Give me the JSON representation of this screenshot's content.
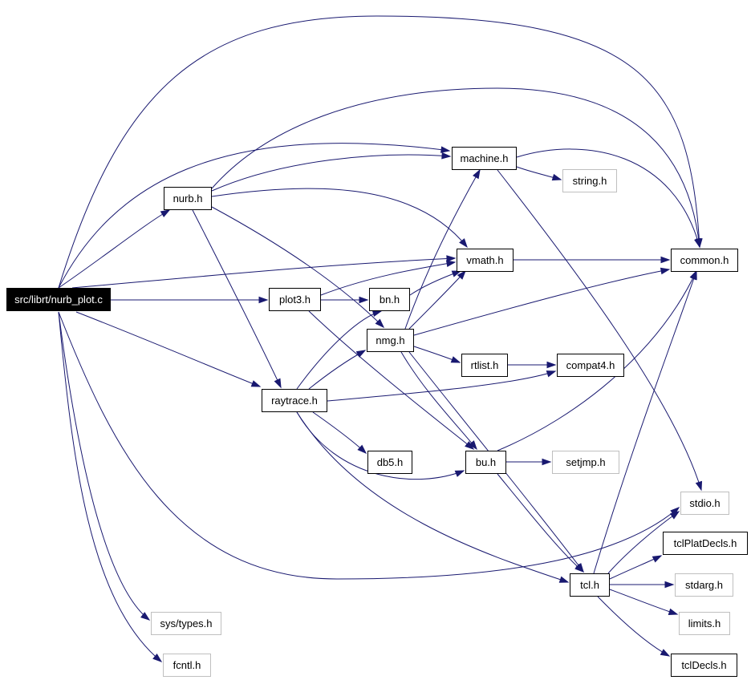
{
  "graph": {
    "edge_color": "#191970",
    "nodes": [
      {
        "id": "nurb_plot_c",
        "label": "src/librt/nurb_plot.c",
        "kind": "root"
      },
      {
        "id": "nurb_h",
        "label": "nurb.h",
        "kind": "documented"
      },
      {
        "id": "machine_h",
        "label": "machine.h",
        "kind": "documented"
      },
      {
        "id": "string_h",
        "label": "string.h",
        "kind": "external"
      },
      {
        "id": "vmath_h",
        "label": "vmath.h",
        "kind": "documented"
      },
      {
        "id": "common_h",
        "label": "common.h",
        "kind": "documented"
      },
      {
        "id": "plot3_h",
        "label": "plot3.h",
        "kind": "documented"
      },
      {
        "id": "bn_h",
        "label": "bn.h",
        "kind": "documented"
      },
      {
        "id": "nmg_h",
        "label": "nmg.h",
        "kind": "documented"
      },
      {
        "id": "rtlist_h",
        "label": "rtlist.h",
        "kind": "documented"
      },
      {
        "id": "compat4_h",
        "label": "compat4.h",
        "kind": "documented"
      },
      {
        "id": "raytrace_h",
        "label": "raytrace.h",
        "kind": "documented"
      },
      {
        "id": "db5_h",
        "label": "db5.h",
        "kind": "documented"
      },
      {
        "id": "bu_h",
        "label": "bu.h",
        "kind": "documented"
      },
      {
        "id": "setjmp_h",
        "label": "setjmp.h",
        "kind": "external"
      },
      {
        "id": "stdio_h",
        "label": "stdio.h",
        "kind": "external"
      },
      {
        "id": "tclPlatDecls_h",
        "label": "tclPlatDecls.h",
        "kind": "documented"
      },
      {
        "id": "tcl_h",
        "label": "tcl.h",
        "kind": "documented"
      },
      {
        "id": "stdarg_h",
        "label": "stdarg.h",
        "kind": "external"
      },
      {
        "id": "limits_h",
        "label": "limits.h",
        "kind": "external"
      },
      {
        "id": "tclDecls_h",
        "label": "tclDecls.h",
        "kind": "documented"
      },
      {
        "id": "sys_types_h",
        "label": "sys/types.h",
        "kind": "external"
      },
      {
        "id": "fcntl_h",
        "label": "fcntl.h",
        "kind": "external"
      }
    ],
    "edges": [
      [
        "nurb_plot_c",
        "common_h"
      ],
      [
        "nurb_plot_c",
        "machine_h"
      ],
      [
        "nurb_plot_c",
        "nurb_h"
      ],
      [
        "nurb_plot_c",
        "vmath_h"
      ],
      [
        "nurb_plot_c",
        "plot3_h"
      ],
      [
        "nurb_plot_c",
        "raytrace_h"
      ],
      [
        "nurb_plot_c",
        "stdio_h"
      ],
      [
        "nurb_plot_c",
        "sys_types_h"
      ],
      [
        "nurb_plot_c",
        "fcntl_h"
      ],
      [
        "nurb_h",
        "common_h"
      ],
      [
        "nurb_h",
        "machine_h"
      ],
      [
        "nurb_h",
        "vmath_h"
      ],
      [
        "nurb_h",
        "nmg_h"
      ],
      [
        "nurb_h",
        "raytrace_h"
      ],
      [
        "machine_h",
        "common_h"
      ],
      [
        "machine_h",
        "string_h"
      ],
      [
        "machine_h",
        "stdio_h"
      ],
      [
        "vmath_h",
        "common_h"
      ],
      [
        "plot3_h",
        "vmath_h"
      ],
      [
        "plot3_h",
        "bn_h"
      ],
      [
        "plot3_h",
        "bu_h"
      ],
      [
        "bn_h",
        "vmath_h"
      ],
      [
        "nmg_h",
        "machine_h"
      ],
      [
        "nmg_h",
        "vmath_h"
      ],
      [
        "nmg_h",
        "common_h"
      ],
      [
        "nmg_h",
        "rtlist_h"
      ],
      [
        "nmg_h",
        "bu_h"
      ],
      [
        "nmg_h",
        "tcl_h"
      ],
      [
        "rtlist_h",
        "compat4_h"
      ],
      [
        "raytrace_h",
        "bn_h"
      ],
      [
        "raytrace_h",
        "nmg_h"
      ],
      [
        "raytrace_h",
        "compat4_h"
      ],
      [
        "raytrace_h",
        "db5_h"
      ],
      [
        "raytrace_h",
        "bu_h"
      ],
      [
        "raytrace_h",
        "tcl_h"
      ],
      [
        "bu_h",
        "common_h"
      ],
      [
        "bu_h",
        "setjmp_h"
      ],
      [
        "bu_h",
        "tcl_h"
      ],
      [
        "tcl_h",
        "common_h"
      ],
      [
        "tcl_h",
        "stdio_h"
      ],
      [
        "tcl_h",
        "tclPlatDecls_h"
      ],
      [
        "tcl_h",
        "stdarg_h"
      ],
      [
        "tcl_h",
        "limits_h"
      ],
      [
        "tcl_h",
        "tclDecls_h"
      ]
    ]
  }
}
